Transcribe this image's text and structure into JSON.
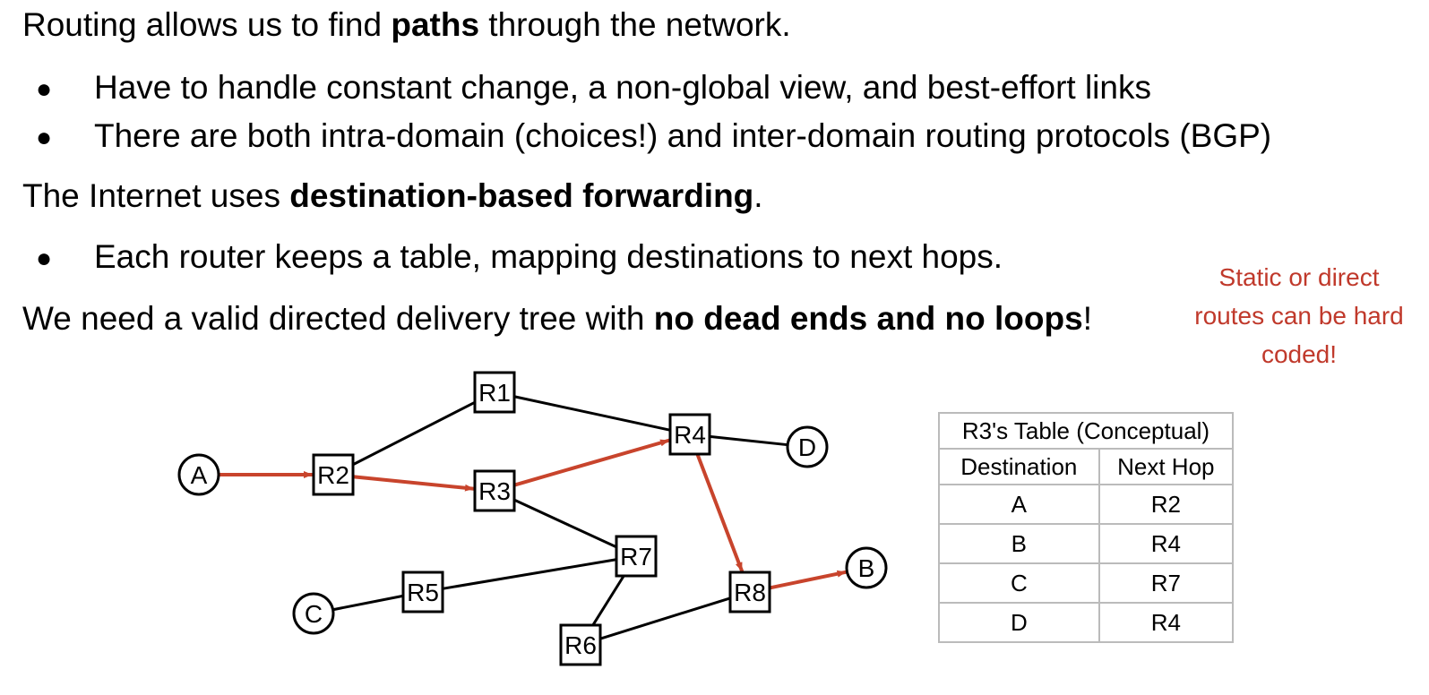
{
  "text": {
    "l1_pre": "Routing allows us to find ",
    "l1_bold": "paths",
    "l1_post": " through the network.",
    "b1": "Have to handle constant change, a non-global view, and best-effort links",
    "b2": "There are both intra-domain (choices!) and inter-domain routing protocols (BGP)",
    "l2_pre": "The Internet uses ",
    "l2_bold": "destination-based forwarding",
    "l2_post": ".",
    "b3": "Each router keeps a table, mapping destinations to next hops.",
    "l3_pre": "We need a valid directed delivery tree with ",
    "l3_bold": "no dead ends and no loops",
    "l3_post": "!",
    "bullet_glyph": "●",
    "note": "Static or direct routes can be hard coded!"
  },
  "graph": {
    "nodes": [
      {
        "id": "A",
        "shape": "circle"
      },
      {
        "id": "R2",
        "shape": "square"
      },
      {
        "id": "R1",
        "shape": "square"
      },
      {
        "id": "R3",
        "shape": "square"
      },
      {
        "id": "R4",
        "shape": "square"
      },
      {
        "id": "D",
        "shape": "circle"
      },
      {
        "id": "R7",
        "shape": "square"
      },
      {
        "id": "R5",
        "shape": "square"
      },
      {
        "id": "C",
        "shape": "circle"
      },
      {
        "id": "R6",
        "shape": "square"
      },
      {
        "id": "R8",
        "shape": "square"
      },
      {
        "id": "B",
        "shape": "circle"
      }
    ],
    "edges": [
      {
        "from": "R2",
        "to": "R1",
        "highlight": false
      },
      {
        "from": "R1",
        "to": "R4",
        "highlight": false
      },
      {
        "from": "R4",
        "to": "D",
        "highlight": false
      },
      {
        "from": "R3",
        "to": "R7",
        "highlight": false
      },
      {
        "from": "R5",
        "to": "R7",
        "highlight": false
      },
      {
        "from": "C",
        "to": "R5",
        "highlight": false
      },
      {
        "from": "R7",
        "to": "R6",
        "highlight": false
      },
      {
        "from": "R6",
        "to": "R8",
        "highlight": false
      },
      {
        "from": "A",
        "to": "R2",
        "highlight": true
      },
      {
        "from": "R2",
        "to": "R3",
        "highlight": true
      },
      {
        "from": "R3",
        "to": "R4",
        "highlight": true
      },
      {
        "from": "R4",
        "to": "R8",
        "highlight": true
      },
      {
        "from": "R8",
        "to": "B",
        "highlight": true
      }
    ],
    "colors": {
      "highlight": "#c8442c",
      "edge": "#000000",
      "note": "#c0392b"
    }
  },
  "table": {
    "title": "R3's Table (Conceptual)",
    "headers": [
      "Destination",
      "Next Hop"
    ],
    "rows": [
      [
        "A",
        "R2"
      ],
      [
        "B",
        "R4"
      ],
      [
        "C",
        "R7"
      ],
      [
        "D",
        "R4"
      ]
    ]
  }
}
